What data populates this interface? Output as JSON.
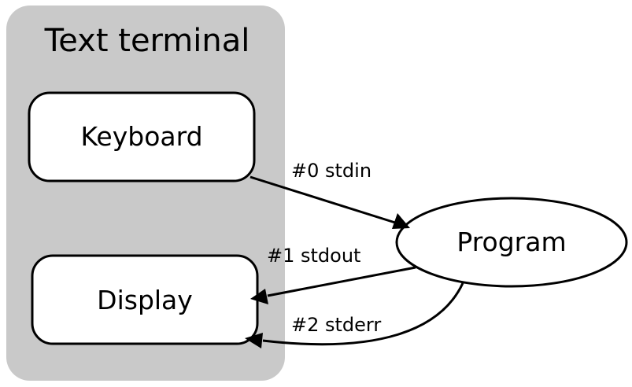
{
  "diagram": {
    "cluster": {
      "title": "Text terminal"
    },
    "nodes": {
      "keyboard": {
        "label": "Keyboard"
      },
      "display": {
        "label": "Display"
      },
      "program": {
        "label": "Program"
      }
    },
    "edges": {
      "stdin": {
        "label": "#0 stdin"
      },
      "stdout": {
        "label": "#1 stdout"
      },
      "stderr": {
        "label": "#2 stderr"
      }
    }
  }
}
